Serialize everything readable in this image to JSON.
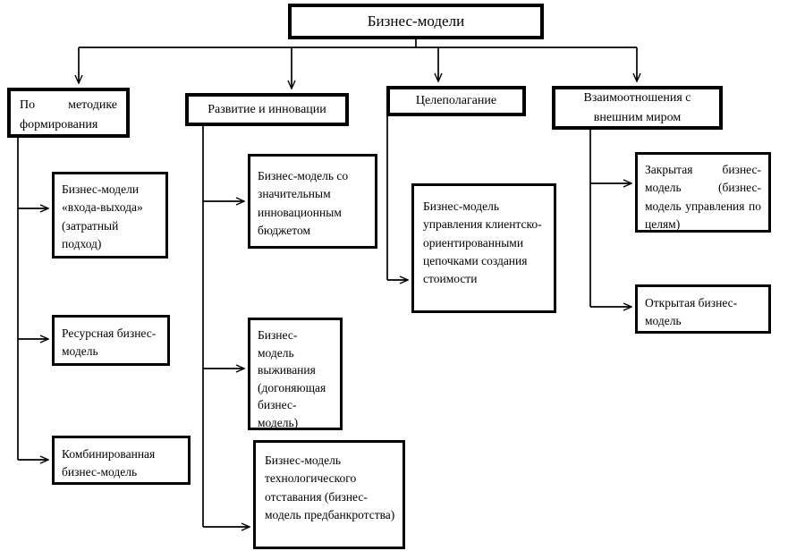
{
  "diagram": {
    "root": {
      "label": "Бизнес-модели"
    },
    "branches": [
      {
        "label": "По методике формирования",
        "children": [
          {
            "label": "Бизнес-модели «входа-выхода» (затратный подход)"
          },
          {
            "label": "Ресурсная бизнес-модель"
          },
          {
            "label": "Комбинированная бизнес-модель"
          }
        ]
      },
      {
        "label": "Развитие и инновации",
        "children": [
          {
            "label": "Бизнес-модель со значительным инновационным бюджетом"
          },
          {
            "label": "Бизнес-модель выживания (догоняющая бизнес-модель)"
          },
          {
            "label": "Бизнес-модель технологического отставания (бизнес-модель предбанкротства)"
          }
        ]
      },
      {
        "label": "Целеполагание",
        "children": [
          {
            "label": "Бизнес-модель управления клиентско-ориентированными цепочками создания стоимости"
          }
        ]
      },
      {
        "label": "Взаимоотношения с внешним миром",
        "children": [
          {
            "label": "Закрытая бизнес-модель (бизнес-модель управления по целям)"
          },
          {
            "label": "Открытая бизнес-модель"
          }
        ]
      }
    ],
    "colors": {
      "line": "#000000",
      "box_border": "#000000",
      "background": "#ffffff",
      "text": "#000000"
    }
  }
}
